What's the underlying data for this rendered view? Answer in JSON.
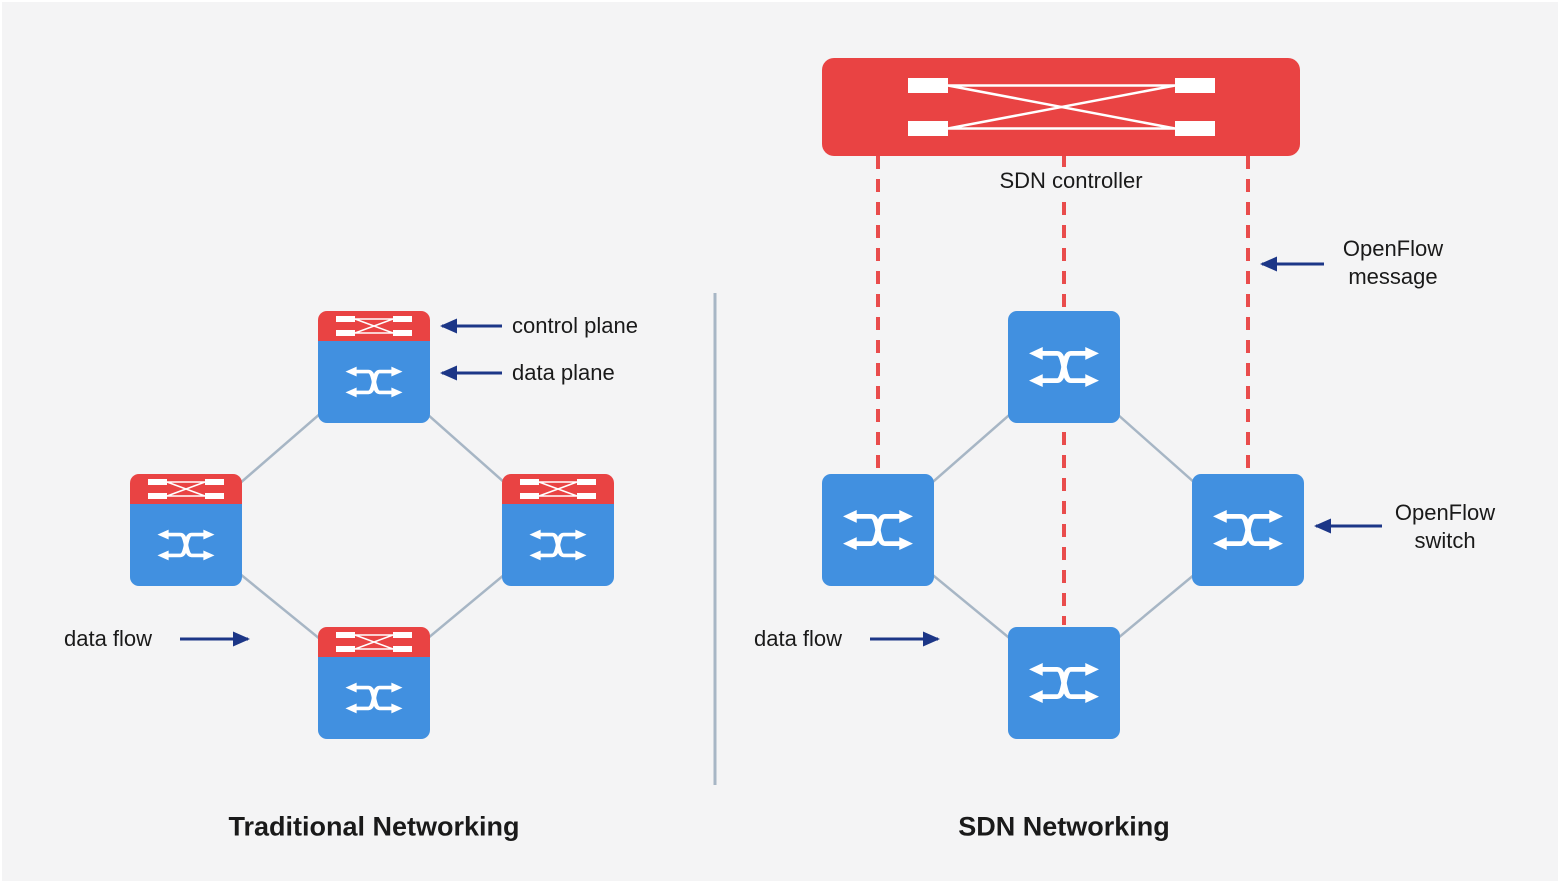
{
  "colors": {
    "red": "#e94343",
    "blue": "#4190e0",
    "arrow_navy": "#1c3687",
    "line_gray": "#a7b6c5",
    "dashed_red": "#e94c4c",
    "background": "#f4f4f5",
    "text": "#1a1a1a"
  },
  "left_panel": {
    "title": "Traditional Networking",
    "labels": {
      "control_plane": "control plane",
      "data_plane": "data plane",
      "data_flow": "data flow"
    },
    "switch_count": 4
  },
  "right_panel": {
    "title": "SDN Networking",
    "labels": {
      "controller": "SDN controller",
      "openflow_message": "OpenFlow message",
      "openflow_switch": "OpenFlow switch",
      "data_flow": "data flow"
    },
    "switch_count": 4
  },
  "icons": {
    "controller_mesh": "full-mesh-icon",
    "control_plane_band": "mesh-icon",
    "switch_fabric": "crossed-arrows-icon"
  }
}
